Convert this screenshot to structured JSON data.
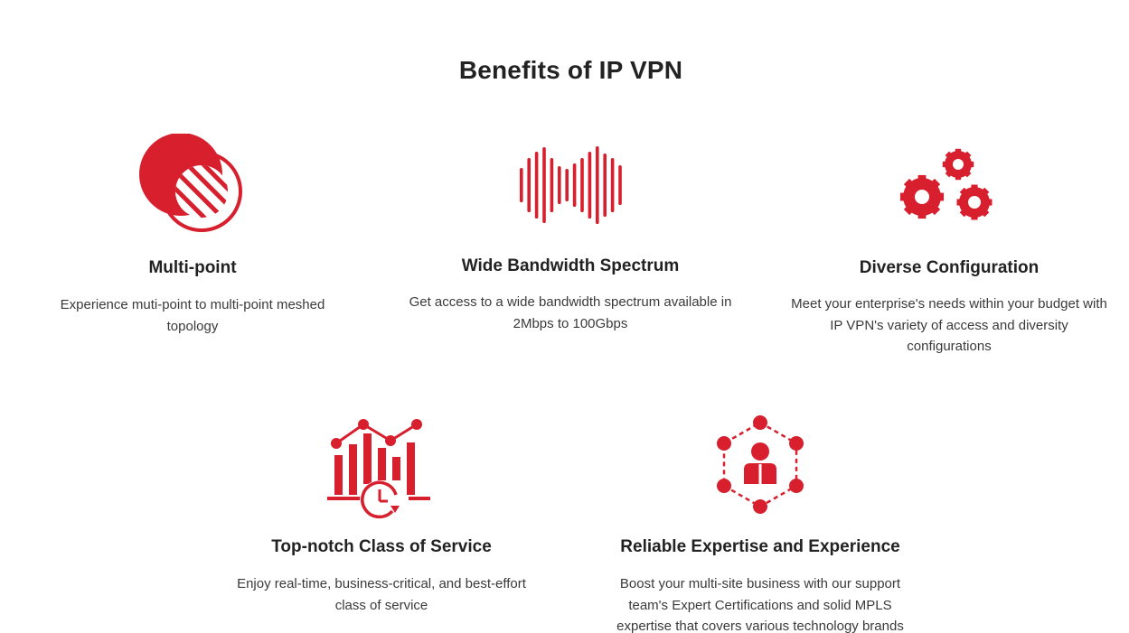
{
  "section": {
    "title": "Benefits of IP VPN"
  },
  "colors": {
    "accent": "#d71f2d",
    "heading": "#222222",
    "body_text": "#3a3a3a"
  },
  "benefits": [
    {
      "icon": "overlapping-circles-icon",
      "title": "Multi-point",
      "description": "Experience muti-point to multi-point meshed topology"
    },
    {
      "icon": "sound-wave-icon",
      "title": "Wide Bandwidth Spectrum",
      "description": "Get access to a wide bandwidth spectrum available in 2Mbps to 100Gbps"
    },
    {
      "icon": "gears-icon",
      "title": "Diverse Configuration",
      "description": "Meet your enterprise's needs within your budget with IP VPN's variety of access and diversity configurations"
    },
    {
      "icon": "chart-clock-icon",
      "title": "Top-notch Class of Service",
      "description": "Enjoy real-time, business-critical, and best-effort class of service"
    },
    {
      "icon": "network-person-icon",
      "title": "Reliable Expertise and Experience",
      "description": "Boost your multi-site business with our support team's Expert Certifications and solid MPLS expertise that covers various technology brands"
    }
  ]
}
